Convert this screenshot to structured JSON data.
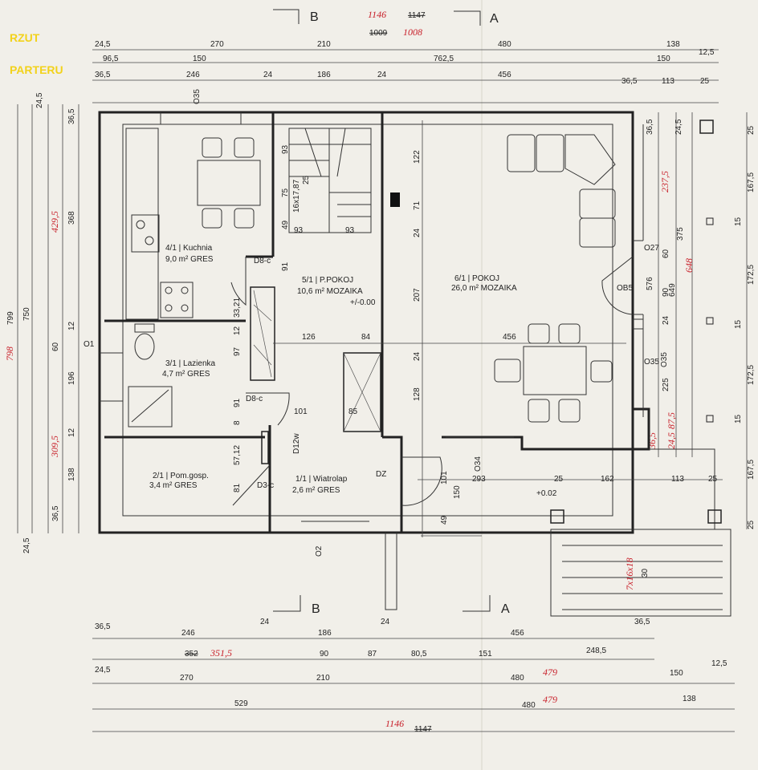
{
  "title": {
    "line1": "RZUT",
    "line2": "PARTERU"
  },
  "sections": {
    "b": "B",
    "a": "A"
  },
  "top_dims": {
    "total_red": "1146",
    "total_struck": "1147",
    "row0": {
      "a_struck": "1009",
      "a_red": "1008"
    },
    "row1": {
      "d1": "24,5",
      "d2": "270",
      "d3": "210",
      "d4": "480",
      "d5": "138"
    },
    "row2": {
      "d1": "96,5",
      "d2": "150",
      "d3": "762,5",
      "d4": "150",
      "d5": "12,5"
    },
    "row3": {
      "d1": "36,5",
      "d2": "246",
      "d3": "24",
      "d4": "186",
      "d5": "24",
      "d6": "456",
      "d7": "36,5",
      "d8": "113",
      "d9": "25"
    }
  },
  "left_dims": {
    "l1": "798",
    "l1b": "799",
    "l2": "750",
    "l3": "429,5",
    "l4": "368",
    "l5": "309,5",
    "l6": "196",
    "l7": "138",
    "l8": "60",
    "l9": "12",
    "l10": "12",
    "l11": "36,5",
    "l12": "24,5",
    "l13": "24,5",
    "l14": "36,5",
    "o1": "O1"
  },
  "right_dims": {
    "r1": "167,5",
    "r2": "172,5",
    "r3": "172,5",
    "r4": "167,5",
    "r5": "25",
    "r6": "25",
    "r7": "15",
    "r8": "15",
    "r9": "15",
    "r10": "649",
    "r11": "648",
    "r12": "375",
    "r13": "237,5",
    "r14": "576",
    "r15": "225",
    "r16": "60",
    "r17": "90",
    "r18": "24",
    "r19": "87,5",
    "r20": "36,5",
    "r21": "24,5",
    "r22": "36,5",
    "r23": "24,5",
    "o27": "O27",
    "o35": "O35",
    "ob5": "OB5"
  },
  "bottom_dims": {
    "row1": {
      "d1": "36,5",
      "d2": "246",
      "d3": "24",
      "d4": "186",
      "d5": "24",
      "d6": "456",
      "d7": "36,5"
    },
    "row2": {
      "d1_struck": "352",
      "d1_red": "351,5",
      "d2": "90",
      "d3": "87",
      "d4": "80,5",
      "d5": "151",
      "d6": "248,5"
    },
    "row3": {
      "d1": "24,5",
      "d2": "270",
      "d3": "210",
      "d4_struck": "480",
      "d4_red": "479",
      "d5": "150",
      "d6": "12,5"
    },
    "row4": {
      "d1": "529",
      "d2_struck": "480",
      "d2_red": "479",
      "d3": "138"
    },
    "row5": {
      "total_red": "1146",
      "total_struck": "1147"
    }
  },
  "inner_dims": {
    "d122": "122",
    "d71": "71",
    "d24a": "24",
    "d207": "207",
    "d24b": "24",
    "d128": "128",
    "d126": "126",
    "d84": "84",
    "d456": "456",
    "d101": "101",
    "d85": "85",
    "d101b": "101",
    "d150": "150",
    "d49": "49",
    "d293": "293",
    "d25a": "25",
    "d162": "162",
    "d113": "113",
    "d25b": "25",
    "d93a": "93",
    "d93b": "93",
    "d93c": "93",
    "d75": "75",
    "d49b": "49",
    "d91a": "91",
    "d97": "97",
    "d91b": "91",
    "d33": "33,21",
    "d12": "12",
    "d57": "57,12",
    "d81": "81",
    "d8": "8",
    "s16": "16x17,87",
    "s25": "25",
    "o35": "O35",
    "o34": "O34",
    "o2": "O2",
    "o10": "+0.02",
    "lvl0": "+/-0.00",
    "stair": "7x16x18",
    "stair30": "30"
  },
  "rooms": {
    "kitchen": {
      "name": "4/1 | Kuchnia",
      "area": "9,0 m² GRES"
    },
    "hall": {
      "name": "5/1 | P.POKOJ",
      "area": "10,6 m² MOZAIKA"
    },
    "living": {
      "name": "6/1 | POKOJ",
      "area": "26,0 m² MOZAIKA"
    },
    "bath": {
      "name": "3/1 | Lazienka",
      "area": "4,7 m² GRES"
    },
    "utility": {
      "name": "2/1 | Pom.gosp.",
      "area": "3,4 m² GRES"
    },
    "vestibule": {
      "name": "1/1 | Wiatrolap",
      "area": "2,6 m² GRES"
    }
  },
  "doors": {
    "d8a": "D8-c",
    "d8b": "D8-c",
    "d3": "D3-c",
    "d12": "D12w",
    "dz": "DZ"
  },
  "kitchen_sink": "O35"
}
